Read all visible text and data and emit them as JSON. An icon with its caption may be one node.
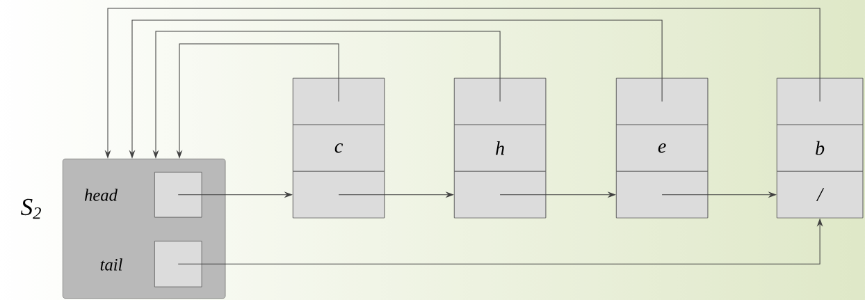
{
  "diagram": {
    "nodes": [
      {
        "text": [
          "head",
          "tail"
        ],
        "beside": [
          "S$_{2}$"
        ]
      },
      {
        "text": [],
        "shape": "box",
        "in": 0
      },
      {
        "text": [],
        "shape": "box",
        "in": 0
      },
      {
        "text": [],
        "shape": "box"
      },
      {
        "text": [],
        "shape": "box",
        "in": 3
      },
      {
        "text": [
          "c"
        ],
        "in": 3
      },
      {
        "text": [],
        "shape": "box",
        "in": 3
      },
      {
        "text": [],
        "shape": "box"
      },
      {
        "text": [],
        "shape": "box",
        "in": 7
      },
      {
        "text": [
          "h"
        ],
        "in": 7
      },
      {
        "text": [],
        "shape": "box",
        "in": 7
      },
      {
        "text": [],
        "shape": "box"
      },
      {
        "text": [],
        "shape": "box",
        "in": 11
      },
      {
        "text": [
          "e"
        ],
        "in": 11
      },
      {
        "text": [],
        "shape": "box",
        "in": 11
      },
      {
        "text": [],
        "shape": "box"
      },
      {
        "text": [],
        "shape": "box",
        "in": 15
      },
      {
        "text": [
          "b"
        ],
        "in": 15
      },
      {
        "text": [
          "/"
        ],
        "in": 15
      }
    ],
    "edges": [
      {
        "from": 4,
        "to": 0,
        "arrow": "to"
      },
      {
        "from": 8,
        "to": 0,
        "arrow": "to"
      },
      {
        "from": 12,
        "to": 0,
        "arrow": "to"
      },
      {
        "from": 16,
        "to": 0,
        "arrow": "to"
      },
      {
        "from": 1,
        "to": 6,
        "arrow": "to"
      },
      {
        "from": 6,
        "to": 10,
        "arrow": "to"
      },
      {
        "from": 10,
        "to": 14,
        "arrow": "to"
      },
      {
        "from": 14,
        "to": 18,
        "arrow": "to"
      },
      {
        "from": 2,
        "to": 18,
        "arrow": "to"
      }
    ]
  }
}
